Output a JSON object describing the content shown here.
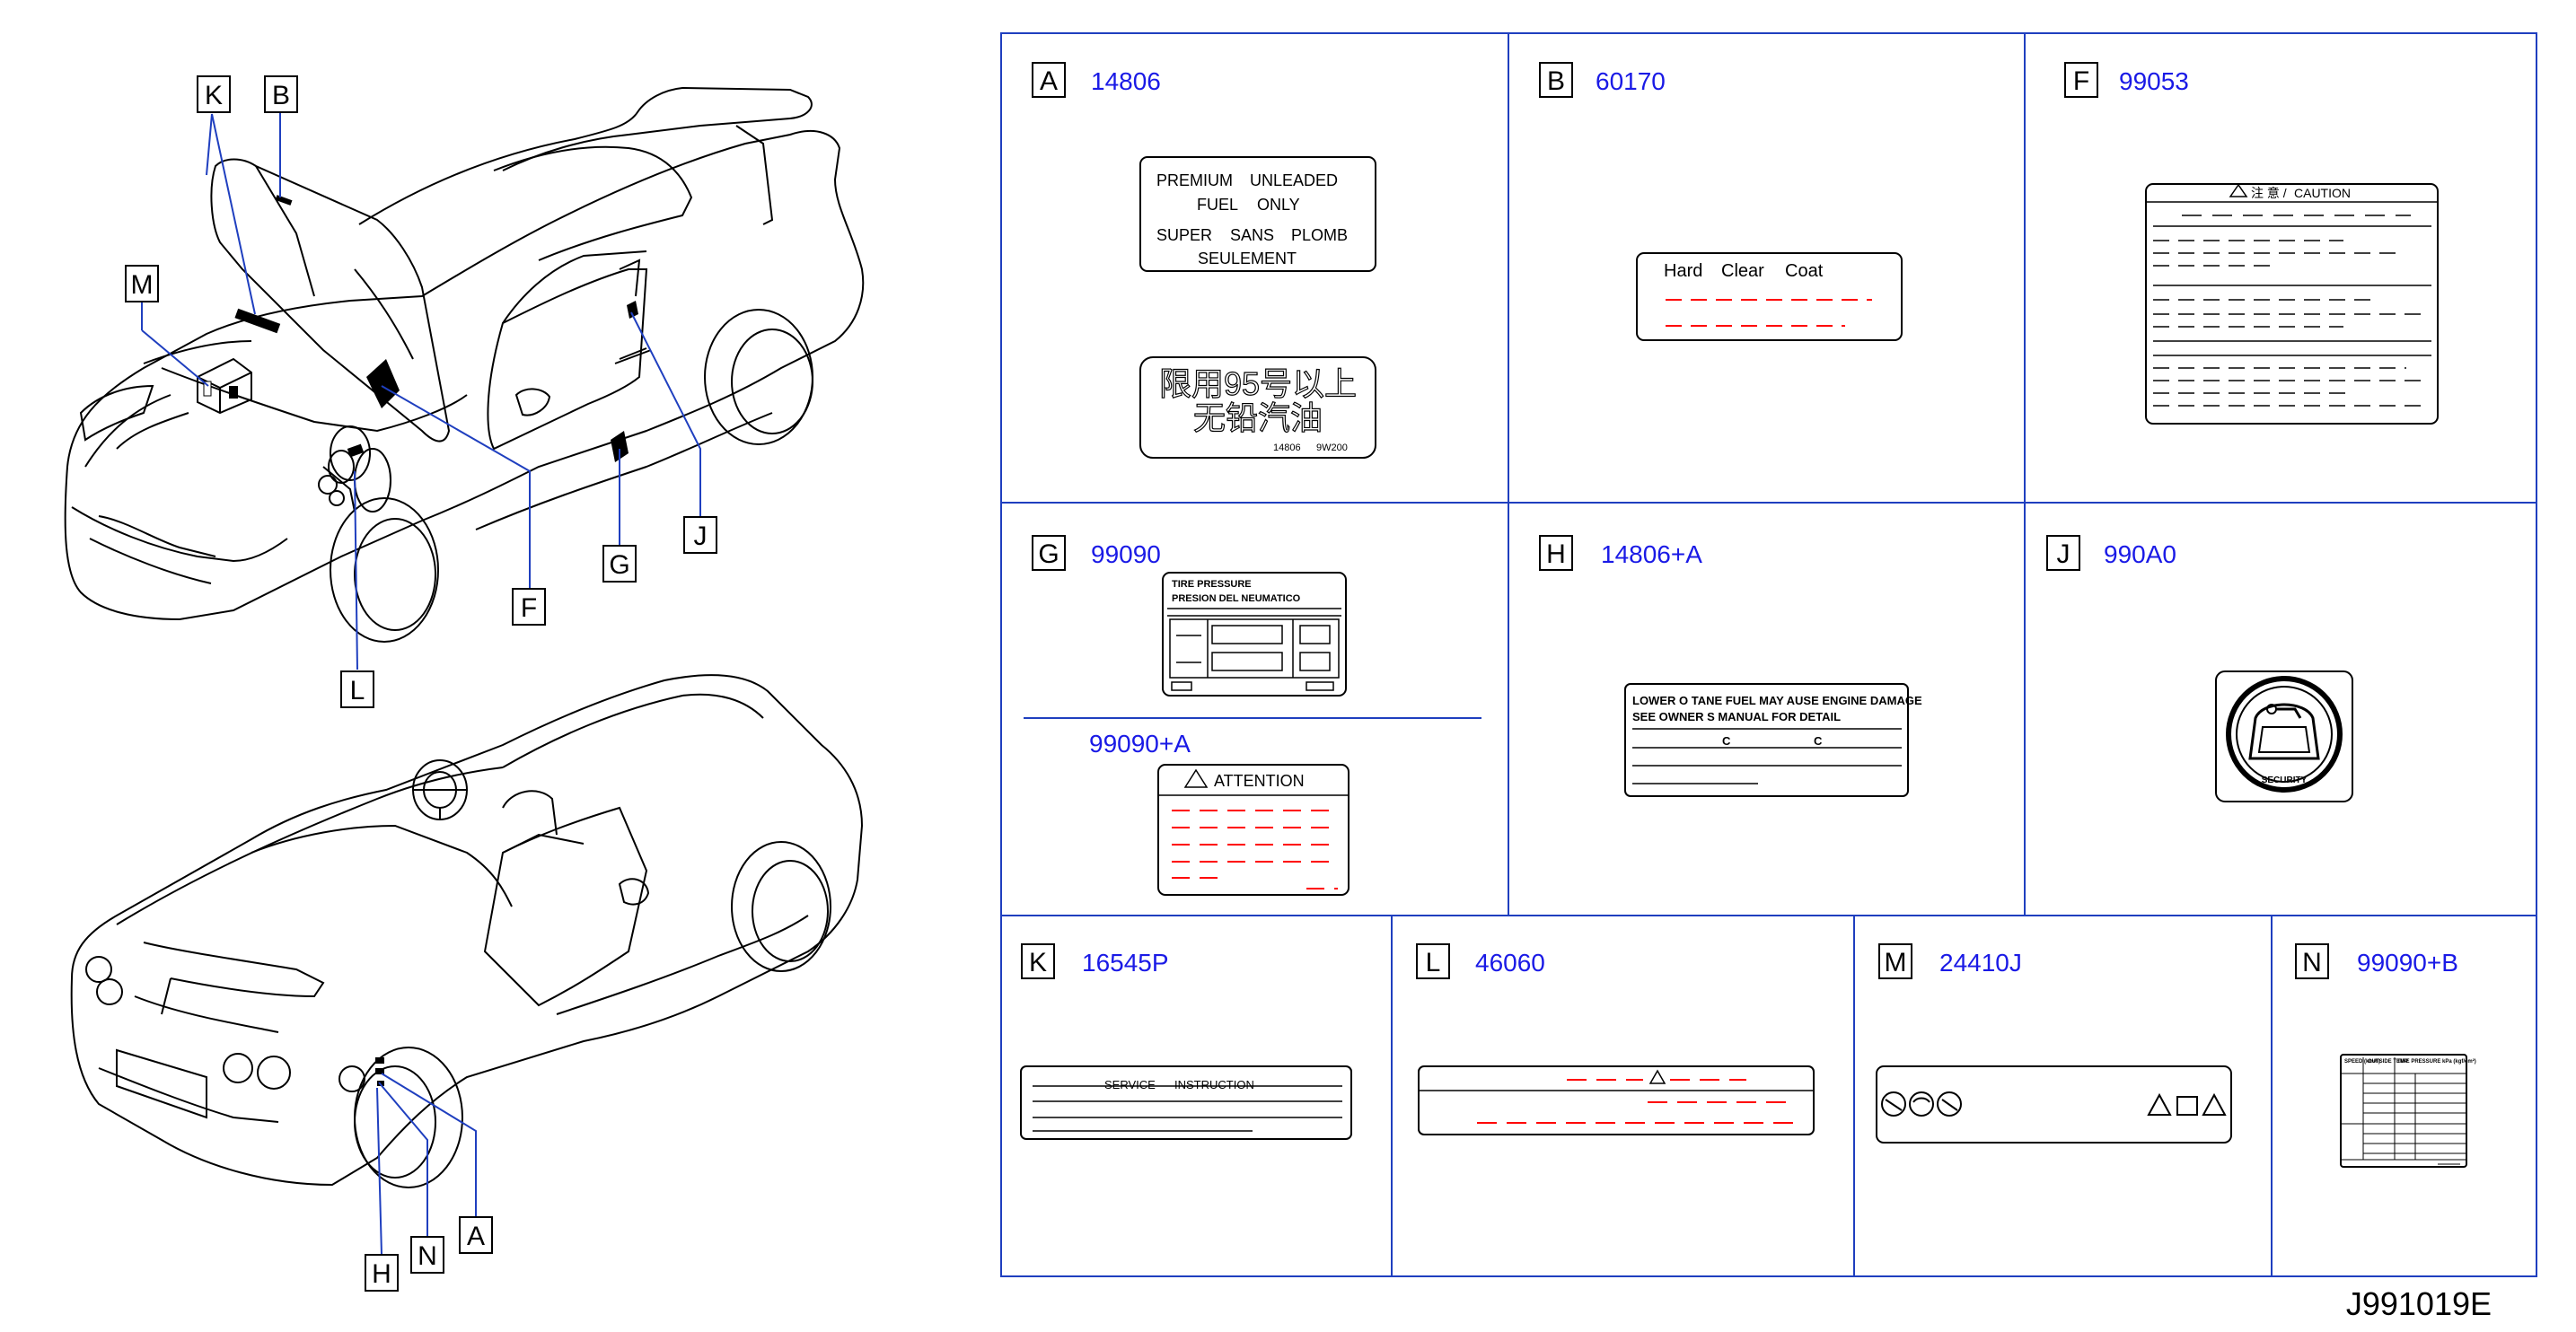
{
  "reference_code": "J991019E",
  "callouts": [
    "K",
    "B",
    "M",
    "F",
    "L",
    "J",
    "G",
    "H",
    "N",
    "A"
  ],
  "panels": [
    {
      "letter": "A",
      "part_number": "14806"
    },
    {
      "letter": "B",
      "part_number": "60170"
    },
    {
      "letter": "F",
      "part_number": "99053"
    },
    {
      "letter": "G",
      "part_number": "99090",
      "second_part_number": "99090+A"
    },
    {
      "letter": "H",
      "part_number": "14806+A"
    },
    {
      "letter": "J",
      "part_number": "990A0"
    },
    {
      "letter": "K",
      "part_number": "16545P"
    },
    {
      "letter": "L",
      "part_number": "46060"
    },
    {
      "letter": "M",
      "part_number": "24410J"
    },
    {
      "letter": "N",
      "part_number": "99090+B"
    }
  ],
  "label_text": {
    "a_fuel": [
      "PREMIUM",
      "UNLEADED",
      "FUEL",
      "ONLY",
      "SUPER",
      "SANS",
      "PLOMB",
      "SEULEMENT"
    ],
    "a_chinese_1": "限用95号以上",
    "a_chinese_2": "无铅汽油",
    "a_small_1": "14806",
    "a_small_2": "9W200",
    "b_coat": [
      "Hard",
      "Clear",
      "Coat"
    ],
    "f_header_cn": "注 意 /",
    "f_header_en": "CAUTION",
    "g_title_1": "TIRE PRESSURE",
    "g_title_2": "PRESION DEL NEUMATICO",
    "g_attention": "ATTENTION",
    "h_line_1": "LOWER O  TANE FUEL MAY  AUSE ENGINE DAMAGE",
    "h_line_2": "SEE OWNER S MANUAL FOR DETAIL",
    "h_c1": "C",
    "h_c2": "C",
    "j_security": "SECURITY",
    "k_service": "SERVICE",
    "k_instruction": "INSTRUCTION",
    "n_speed": "SPEED (km/h)",
    "n_outside": "OUTSIDE TEMP",
    "n_tire": "TIRE PRESSURE kPa (kgf/cm²)"
  },
  "colors": {
    "part_number": "#1a1ae6",
    "red_line": "#ff0000",
    "leader": "#1f3fbf"
  }
}
